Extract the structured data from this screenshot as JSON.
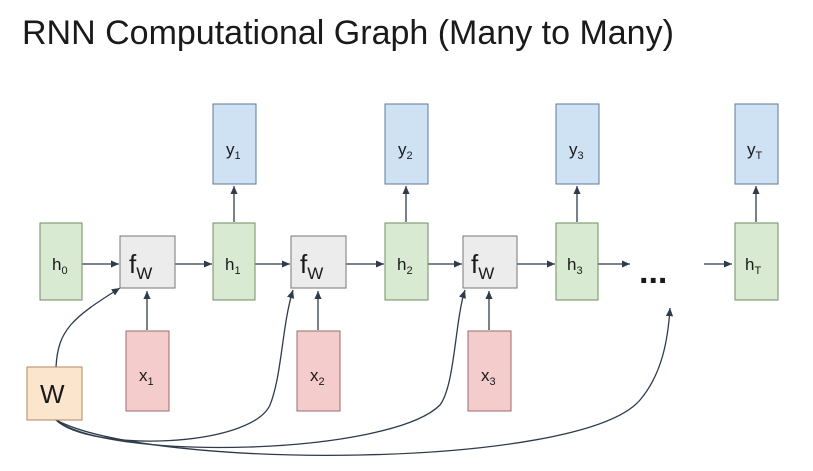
{
  "title": "RNN Computational Graph (Many to Many)",
  "colors": {
    "green": "#d9ead3",
    "green_stroke": "#6e8f5f",
    "blue": "#cfe2f3",
    "blue_stroke": "#5b7b99",
    "red": "#f4cccc",
    "red_stroke": "#9e6b6b",
    "gray": "#ececec",
    "gray_stroke": "#777777",
    "orange": "#fce5cd",
    "orange_stroke": "#b08a5e",
    "line": "#2f3b4a"
  },
  "nodes": {
    "h0": {
      "base": "h",
      "sub": "0"
    },
    "h1": {
      "base": "h",
      "sub": "1"
    },
    "h2": {
      "base": "h",
      "sub": "2"
    },
    "h3": {
      "base": "h",
      "sub": "3"
    },
    "hT": {
      "base": "h",
      "sub": "T"
    },
    "y1": {
      "base": "y",
      "sub": "1"
    },
    "y2": {
      "base": "y",
      "sub": "2"
    },
    "y3": {
      "base": "y",
      "sub": "3"
    },
    "yT": {
      "base": "y",
      "sub": "T"
    },
    "x1": {
      "base": "x",
      "sub": "1"
    },
    "x2": {
      "base": "x",
      "sub": "2"
    },
    "x3": {
      "base": "x",
      "sub": "3"
    },
    "f": {
      "base": "f",
      "sub": "W"
    },
    "W": {
      "label": "W"
    }
  },
  "ellipsis": "..."
}
